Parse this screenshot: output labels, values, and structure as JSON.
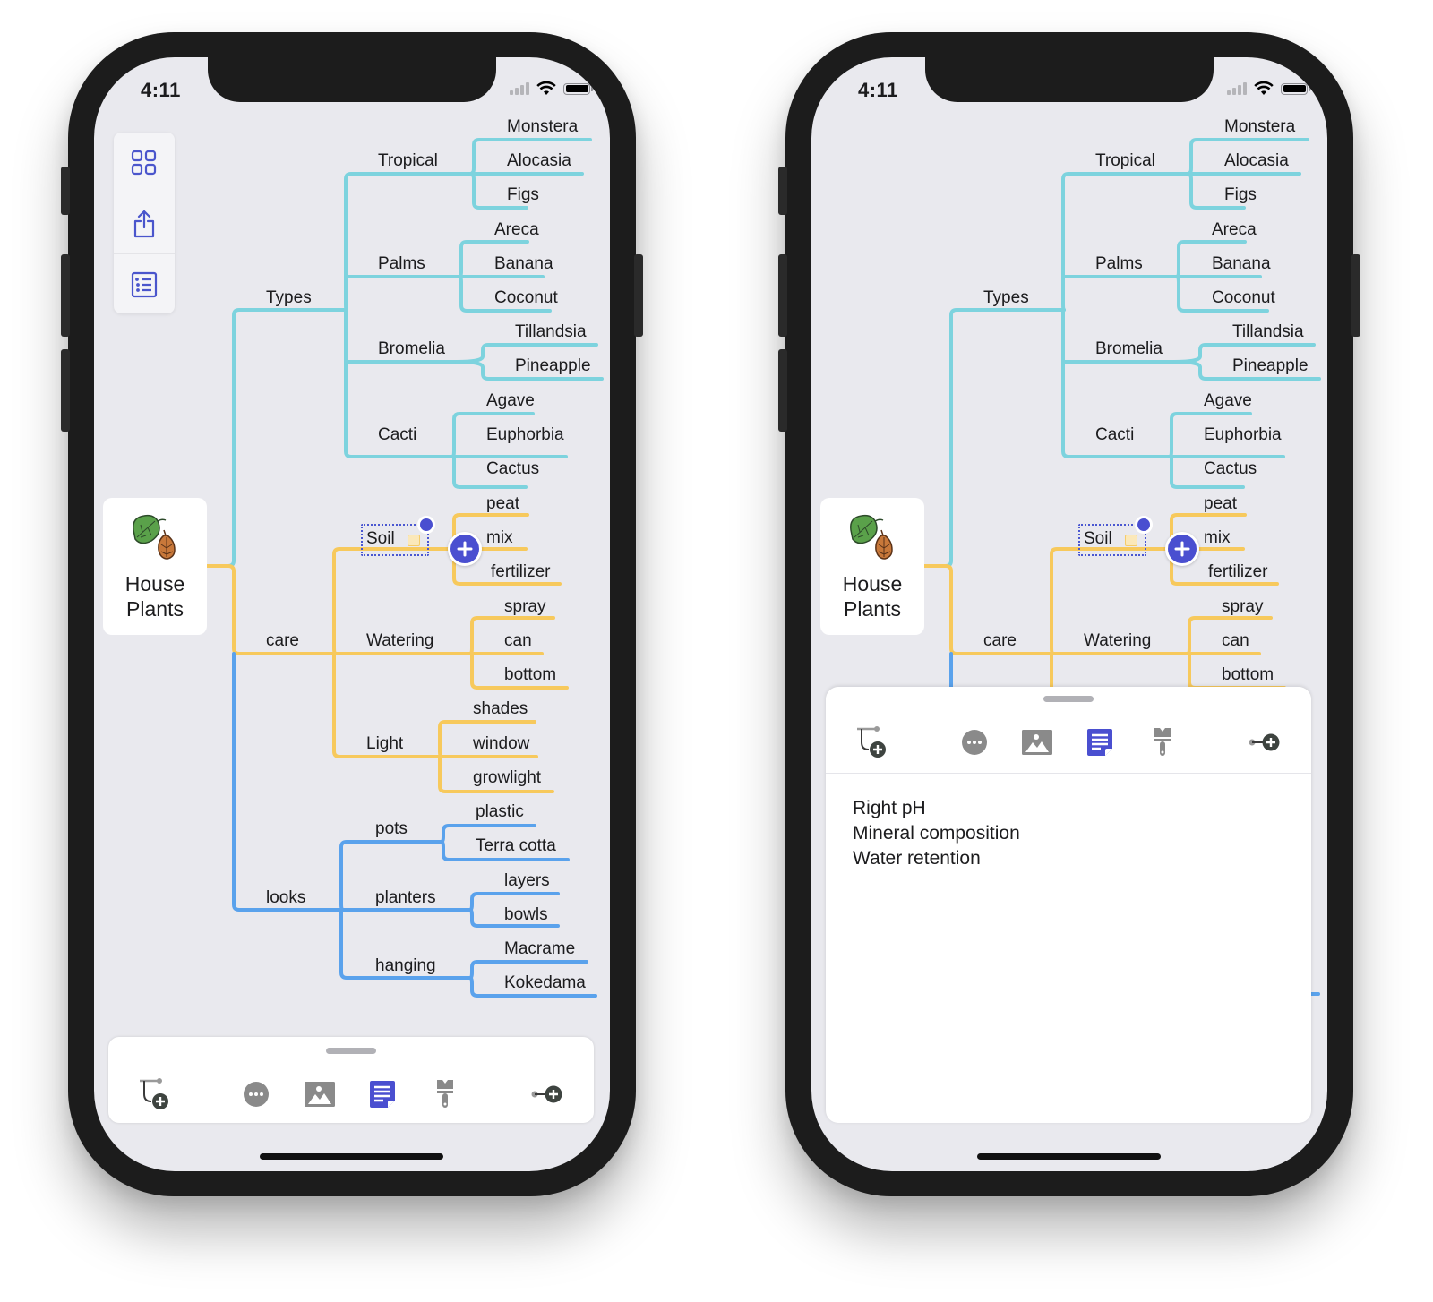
{
  "status_bar": {
    "time": "4:11",
    "icons": [
      "cellular-signal-icon",
      "wifi-icon",
      "battery-icon"
    ]
  },
  "side_toolbar": {
    "items": [
      {
        "name": "grid-view-icon",
        "label": "Outline grid"
      },
      {
        "name": "share-icon",
        "label": "Share"
      },
      {
        "name": "outline-list-icon",
        "label": "Outline list"
      }
    ]
  },
  "colors": {
    "types_branch": "#7dd3de",
    "care_branch": "#f7c95c",
    "looks_branch": "#5aa2ec",
    "accent": "#4a4fd0",
    "canvas": "#e9e9ee"
  },
  "mindmap": {
    "root": {
      "title": "House Plants",
      "line1": "House",
      "line2": "Plants",
      "icon": "hops-leaf-icon"
    },
    "branches": [
      {
        "label": "Types",
        "color": "types",
        "children": [
          {
            "label": "Tropical",
            "children": [
              "Monstera",
              "Alocasia",
              "Figs"
            ]
          },
          {
            "label": "Palms",
            "children": [
              "Areca",
              "Banana",
              "Coconut"
            ]
          },
          {
            "label": "Bromelia",
            "children": [
              "Tillandsia",
              "Pineapple"
            ]
          },
          {
            "label": "Cacti",
            "children": [
              "Agave",
              "Euphorbia",
              "Cactus"
            ]
          }
        ]
      },
      {
        "label": "care",
        "color": "care",
        "children": [
          {
            "label": "Soil",
            "selected": true,
            "has_note": true,
            "children": [
              "peat",
              "mix",
              "fertilizer"
            ]
          },
          {
            "label": "Watering",
            "children": [
              "spray",
              "can",
              "bottom"
            ]
          },
          {
            "label": "Light",
            "children": [
              "shades",
              "window",
              "growlight"
            ]
          }
        ]
      },
      {
        "label": "looks",
        "color": "looks",
        "children": [
          {
            "label": "pots",
            "children": [
              "plastic",
              "Terra cotta"
            ]
          },
          {
            "label": "planters",
            "children": [
              "layers",
              "bowls"
            ]
          },
          {
            "label": "hanging",
            "children": [
              "Macrame",
              "Kokedama"
            ]
          }
        ]
      }
    ]
  },
  "labels": {
    "types": "Types",
    "care": "care",
    "looks": "looks",
    "tropical": "Tropical",
    "palms": "Palms",
    "bromelia": "Bromelia",
    "cacti": "Cacti",
    "monstera": "Monstera",
    "alocasia": "Alocasia",
    "figs": "Figs",
    "areca": "Areca",
    "banana": "Banana",
    "coconut": "Coconut",
    "tillandsia": "Tillandsia",
    "pineapple": "Pineapple",
    "agave": "Agave",
    "euphorbia": "Euphorbia",
    "cactus": "Cactus",
    "soil": "Soil",
    "watering": "Watering",
    "light": "Light",
    "peat": "peat",
    "mix": "mix",
    "fertilizer": "fertilizer",
    "spray": "spray",
    "can": "can",
    "bottom": "bottom",
    "shades": "shades",
    "window": "window",
    "growlight": "growlight",
    "pots": "pots",
    "planters": "planters",
    "hanging": "hanging",
    "plastic": "plastic",
    "terra_cotta": "Terra cotta",
    "layers": "layers",
    "bowls": "bowls",
    "macrame": "Macrame",
    "kokedama": "Kokedama"
  },
  "bottom_toolbar": {
    "tools": [
      {
        "name": "add-subtopic-icon",
        "label": "Add subtopic"
      },
      {
        "name": "more-icon",
        "label": "More"
      },
      {
        "name": "image-icon",
        "label": "Image"
      },
      {
        "name": "note-icon",
        "label": "Note",
        "active": true
      },
      {
        "name": "style-brush-icon",
        "label": "Style"
      },
      {
        "name": "add-sibling-icon",
        "label": "Add topic"
      }
    ]
  },
  "note_sheet": {
    "lines": [
      "Right pH",
      "Mineral composition",
      "Water retention"
    ]
  }
}
